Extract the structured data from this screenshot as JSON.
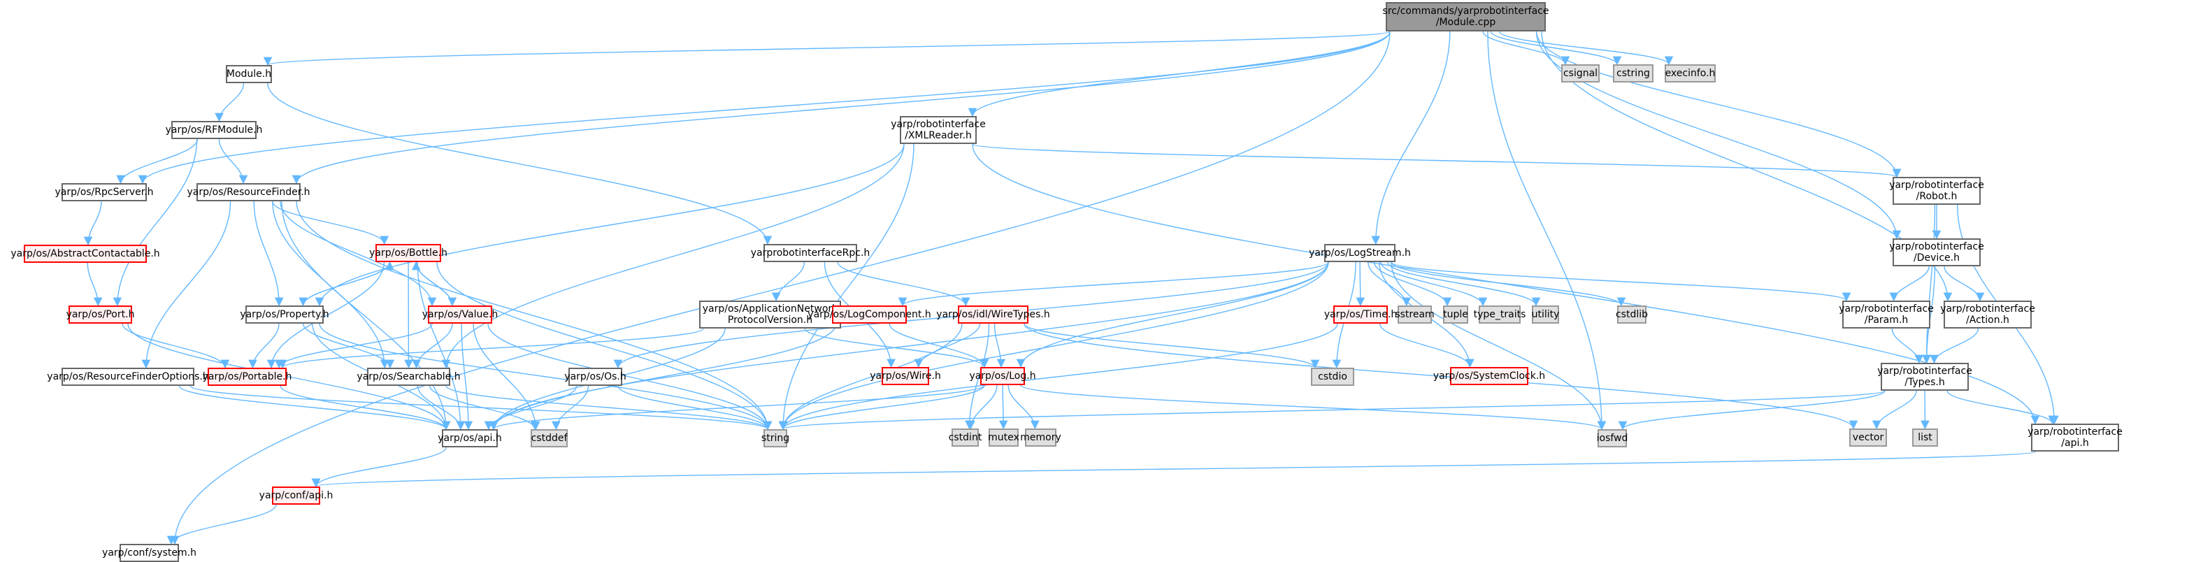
{
  "title": "src/commands/yarprobotinterface/Module.cpp include dependency graph",
  "colors": {
    "edge": "#63b8ff",
    "root_fill": "#999999",
    "system_fill": "#e0e0e0",
    "incomplete_border": "#ff0000",
    "incomplete_fill": "#fff0f0",
    "node_border": "#666666"
  },
  "nodes": [
    {
      "id": "root",
      "label": "src/commands/yarprobotinterface\n/Module.cpp",
      "kind": "root"
    },
    {
      "id": "csignal",
      "label": "csignal",
      "kind": "sys"
    },
    {
      "id": "cstring",
      "label": "cstring",
      "kind": "sys"
    },
    {
      "id": "execinfo",
      "label": "execinfo.h",
      "kind": "sys"
    },
    {
      "id": "module_h",
      "label": "Module.h",
      "kind": "normal"
    },
    {
      "id": "rfmodule",
      "label": "yarp/os/RFModule.h",
      "kind": "normal"
    },
    {
      "id": "xmlreader",
      "label": "yarp/robotinterface\n/XMLReader.h",
      "kind": "normal"
    },
    {
      "id": "rpcserver",
      "label": "yarp/os/RpcServer.h",
      "kind": "normal"
    },
    {
      "id": "resourcefinder",
      "label": "yarp/os/ResourceFinder.h",
      "kind": "normal"
    },
    {
      "id": "robot",
      "label": "yarp/robotinterface\n/Robot.h",
      "kind": "normal"
    },
    {
      "id": "abstractcontactable",
      "label": "yarp/os/AbstractContactable.h",
      "kind": "red"
    },
    {
      "id": "bottle",
      "label": "yarp/os/Bottle.h",
      "kind": "red"
    },
    {
      "id": "rpc",
      "label": "yarprobotinterfaceRpc.h",
      "kind": "normal"
    },
    {
      "id": "logstream",
      "label": "yarp/os/LogStream.h",
      "kind": "normal"
    },
    {
      "id": "device",
      "label": "yarp/robotinterface\n/Device.h",
      "kind": "normal"
    },
    {
      "id": "port",
      "label": "yarp/os/Port.h",
      "kind": "red"
    },
    {
      "id": "property",
      "label": "yarp/os/Property.h",
      "kind": "normal"
    },
    {
      "id": "value",
      "label": "yarp/os/Value.h",
      "kind": "red"
    },
    {
      "id": "appnetwork",
      "label": "yarp/os/ApplicationNetwork\nProtocolVersion.h",
      "kind": "normal"
    },
    {
      "id": "logcomponent",
      "label": "yarp/os/LogComponent.h",
      "kind": "red"
    },
    {
      "id": "wiretypes",
      "label": "yarp/os/idl/WireTypes.h",
      "kind": "red"
    },
    {
      "id": "time",
      "label": "yarp/os/Time.h",
      "kind": "red"
    },
    {
      "id": "sstream",
      "label": "sstream",
      "kind": "sys"
    },
    {
      "id": "tuple",
      "label": "tuple",
      "kind": "sys"
    },
    {
      "id": "type_traits",
      "label": "type_traits",
      "kind": "sys"
    },
    {
      "id": "utility",
      "label": "utility",
      "kind": "sys"
    },
    {
      "id": "cstdlib",
      "label": "cstdlib",
      "kind": "sys"
    },
    {
      "id": "param",
      "label": "yarp/robotinterface\n/Param.h",
      "kind": "normal"
    },
    {
      "id": "action",
      "label": "yarp/robotinterface\n/Action.h",
      "kind": "normal"
    },
    {
      "id": "rfoptions",
      "label": "yarp/os/ResourceFinderOptions.h",
      "kind": "normal"
    },
    {
      "id": "portable",
      "label": "yarp/os/Portable.h",
      "kind": "red"
    },
    {
      "id": "searchable",
      "label": "yarp/os/Searchable.h",
      "kind": "normal"
    },
    {
      "id": "os_h",
      "label": "yarp/os/Os.h",
      "kind": "normal"
    },
    {
      "id": "wire",
      "label": "yarp/os/Wire.h",
      "kind": "red"
    },
    {
      "id": "log",
      "label": "yarp/os/Log.h",
      "kind": "red"
    },
    {
      "id": "cstdio",
      "label": "cstdio",
      "kind": "sys"
    },
    {
      "id": "systemclock",
      "label": "yarp/os/SystemClock.h",
      "kind": "red"
    },
    {
      "id": "types",
      "label": "yarp/robotinterface\n/Types.h",
      "kind": "normal"
    },
    {
      "id": "os_api",
      "label": "yarp/os/api.h",
      "kind": "normal"
    },
    {
      "id": "cstddef",
      "label": "cstddef",
      "kind": "sys"
    },
    {
      "id": "string",
      "label": "string",
      "kind": "sys"
    },
    {
      "id": "cstdint",
      "label": "cstdint",
      "kind": "sys"
    },
    {
      "id": "mutex",
      "label": "mutex",
      "kind": "sys"
    },
    {
      "id": "memory",
      "label": "memory",
      "kind": "sys"
    },
    {
      "id": "iosfwd",
      "label": "iosfwd",
      "kind": "sys"
    },
    {
      "id": "vector",
      "label": "vector",
      "kind": "sys"
    },
    {
      "id": "list",
      "label": "list",
      "kind": "sys"
    },
    {
      "id": "ri_api",
      "label": "yarp/robotinterface\n/api.h",
      "kind": "normal"
    },
    {
      "id": "conf_api",
      "label": "yarp/conf/api.h",
      "kind": "red"
    },
    {
      "id": "conf_system",
      "label": "yarp/conf/system.h",
      "kind": "normal"
    }
  ],
  "edges": [
    [
      "root",
      "csignal"
    ],
    [
      "root",
      "cstring"
    ],
    [
      "root",
      "execinfo"
    ],
    [
      "root",
      "module_h"
    ],
    [
      "root",
      "xmlreader"
    ],
    [
      "root",
      "rpcserver"
    ],
    [
      "root",
      "resourcefinder"
    ],
    [
      "root",
      "robot"
    ],
    [
      "root",
      "logstream"
    ],
    [
      "root",
      "device"
    ],
    [
      "root",
      "action"
    ],
    [
      "root",
      "iosfwd"
    ],
    [
      "root",
      "conf_system"
    ],
    [
      "module_h",
      "rfmodule"
    ],
    [
      "module_h",
      "rpc"
    ],
    [
      "rfmodule",
      "rpcserver"
    ],
    [
      "rfmodule",
      "resourcefinder"
    ],
    [
      "rfmodule",
      "port"
    ],
    [
      "rpcserver",
      "abstractcontactable"
    ],
    [
      "abstractcontactable",
      "port"
    ],
    [
      "port",
      "portable"
    ],
    [
      "port",
      "os_api"
    ],
    [
      "resourcefinder",
      "bottle"
    ],
    [
      "resourcefinder",
      "property"
    ],
    [
      "resourcefinder",
      "value"
    ],
    [
      "resourcefinder",
      "rfoptions"
    ],
    [
      "resourcefinder",
      "searchable"
    ],
    [
      "resourcefinder",
      "string"
    ],
    [
      "resourcefinder",
      "os_api"
    ],
    [
      "xmlreader",
      "robot"
    ],
    [
      "xmlreader",
      "property"
    ],
    [
      "xmlreader",
      "searchable"
    ],
    [
      "xmlreader",
      "string"
    ],
    [
      "xmlreader",
      "ri_api"
    ],
    [
      "bottle",
      "property"
    ],
    [
      "bottle",
      "value"
    ],
    [
      "bottle",
      "searchable"
    ],
    [
      "bottle",
      "portable"
    ],
    [
      "bottle",
      "string"
    ],
    [
      "bottle",
      "os_api"
    ],
    [
      "property",
      "bottle"
    ],
    [
      "property",
      "portable"
    ],
    [
      "property",
      "searchable"
    ],
    [
      "property",
      "string"
    ],
    [
      "property",
      "os_api"
    ],
    [
      "value",
      "bottle"
    ],
    [
      "value",
      "searchable"
    ],
    [
      "value",
      "portable"
    ],
    [
      "value",
      "cstddef"
    ],
    [
      "value",
      "string"
    ],
    [
      "value",
      "os_api"
    ],
    [
      "rfoptions",
      "os_api"
    ],
    [
      "rfoptions",
      "string"
    ],
    [
      "portable",
      "os_api"
    ],
    [
      "searchable",
      "os_api"
    ],
    [
      "searchable",
      "string"
    ],
    [
      "searchable",
      "cstddef"
    ],
    [
      "rpc",
      "appnetwork"
    ],
    [
      "rpc",
      "wiretypes"
    ],
    [
      "rpc",
      "wire"
    ],
    [
      "appnetwork",
      "os_api"
    ],
    [
      "appnetwork",
      "log"
    ],
    [
      "appnetwork",
      "portable"
    ],
    [
      "logstream",
      "logcomponent"
    ],
    [
      "logstream",
      "log"
    ],
    [
      "logstream",
      "time"
    ],
    [
      "logstream",
      "sstream"
    ],
    [
      "logstream",
      "tuple"
    ],
    [
      "logstream",
      "type_traits"
    ],
    [
      "logstream",
      "utility"
    ],
    [
      "logstream",
      "cstdlib"
    ],
    [
      "logstream",
      "cstdio"
    ],
    [
      "logstream",
      "string"
    ],
    [
      "logstream",
      "iosfwd"
    ],
    [
      "logstream",
      "systemclock"
    ],
    [
      "logstream",
      "os_h"
    ],
    [
      "logstream",
      "os_api"
    ],
    [
      "logstream",
      "param"
    ],
    [
      "logcomponent",
      "log"
    ],
    [
      "logcomponent",
      "os_api"
    ],
    [
      "wiretypes",
      "wire"
    ],
    [
      "wiretypes",
      "log"
    ],
    [
      "wiretypes",
      "cstdio"
    ],
    [
      "wiretypes",
      "cstdint"
    ],
    [
      "wiretypes",
      "string"
    ],
    [
      "wiretypes",
      "vector"
    ],
    [
      "os_h",
      "os_api"
    ],
    [
      "os_h",
      "cstddef"
    ],
    [
      "os_h",
      "string"
    ],
    [
      "log",
      "cstdint"
    ],
    [
      "log",
      "mutex"
    ],
    [
      "log",
      "memory"
    ],
    [
      "log",
      "string"
    ],
    [
      "log",
      "iosfwd"
    ],
    [
      "log",
      "os_api"
    ],
    [
      "time",
      "systemclock"
    ],
    [
      "time",
      "string"
    ],
    [
      "robot",
      "device"
    ],
    [
      "robot",
      "types"
    ],
    [
      "robot",
      "ri_api"
    ],
    [
      "device",
      "param"
    ],
    [
      "device",
      "action"
    ],
    [
      "device",
      "types"
    ],
    [
      "param",
      "types"
    ],
    [
      "action",
      "types"
    ],
    [
      "types",
      "iosfwd"
    ],
    [
      "types",
      "vector"
    ],
    [
      "types",
      "list"
    ],
    [
      "types",
      "string"
    ],
    [
      "types",
      "ri_api"
    ],
    [
      "os_api",
      "conf_api"
    ],
    [
      "ri_api",
      "conf_api"
    ],
    [
      "conf_api",
      "conf_system"
    ]
  ]
}
